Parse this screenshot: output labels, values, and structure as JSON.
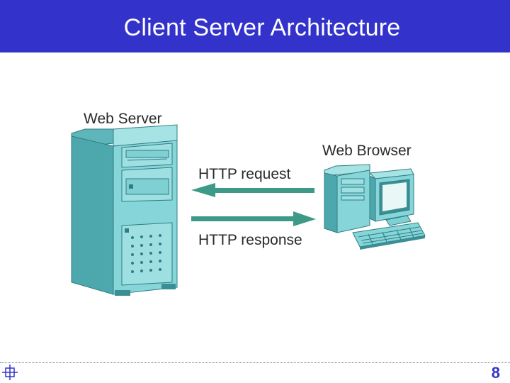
{
  "slide": {
    "title": "Client Server Architecture",
    "page_number": "8"
  },
  "diagram": {
    "server_label": "Web Server",
    "browser_label": "Web Browser",
    "request_label": "HTTP request",
    "response_label": "HTTP response"
  },
  "colors": {
    "title_bar": "#3333cc",
    "hardware_teal": "#7fd0d3",
    "hardware_dark": "#3a8f95",
    "arrow_green": "#3c9a86"
  }
}
